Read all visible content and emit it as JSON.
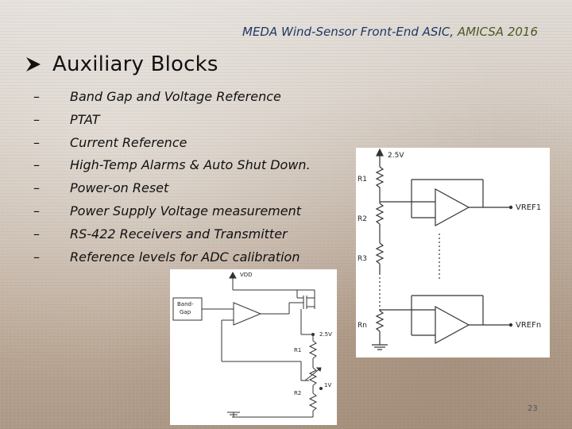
{
  "header": {
    "part1": "MEDA Wind-Sensor Front-End ASIC,",
    "part2": " AMICSA 2016"
  },
  "title": "Auxiliary Blocks",
  "bullet_dash": "–",
  "bullets": [
    "Band Gap and Voltage Reference",
    "PTAT",
    "Current Reference",
    "High-Temp Alarms & Auto Shut Down.",
    "Power-on Reset",
    "Power Supply Voltage measurement",
    "RS-422 Receivers and Transmitter",
    "Reference levels for ADC calibration"
  ],
  "bandgap_schematic": {
    "vdd": "VDD",
    "band_gap_line1": "Band-",
    "band_gap_line2": "Gap",
    "v25": "2.5V",
    "r1": "R1",
    "r2": "R2",
    "v1": "1V"
  },
  "vref_schematic": {
    "v25": "2.5V",
    "r1": "R1",
    "r2": "R2",
    "r3": "R3",
    "rn": "Rn",
    "vref1": "VREF1",
    "vrefn": "VREFn"
  },
  "slide_number": "23",
  "colors": {
    "header_primary": "#1f3864",
    "header_secondary": "#4a5a22",
    "arrow": "#111111",
    "background_tone": "#c5b6a7"
  }
}
